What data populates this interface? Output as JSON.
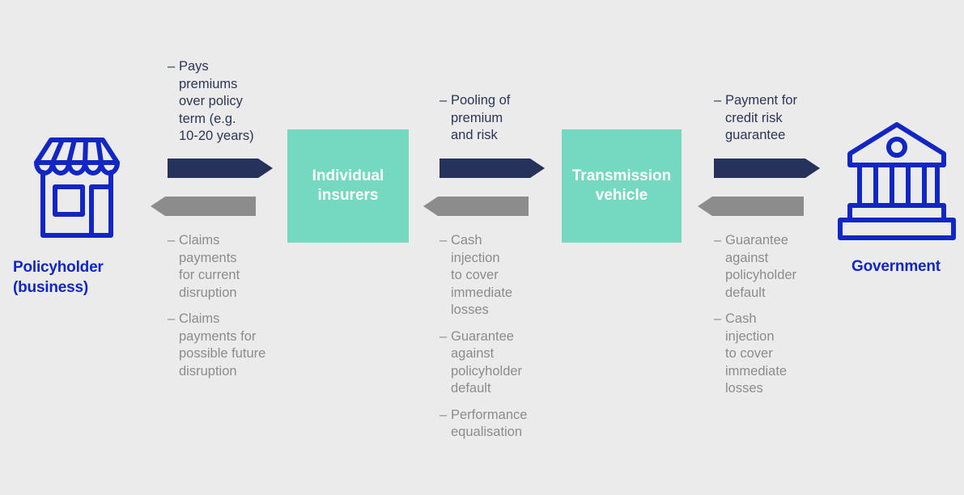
{
  "diagram": {
    "title": "Insurance pandemic scheme cash-flow diagram",
    "background_color": "#ebebeb",
    "colors": {
      "navy": "#27325a",
      "navy_text": "#2c3557",
      "grey": "#8c8c8c",
      "teal": "#74d9be",
      "blue_icon": "#1226c4",
      "white": "#ffffff"
    }
  },
  "nodes": {
    "policyholder": {
      "label": "Policyholder\n(business)",
      "icon": "storefront-icon"
    },
    "insurers": {
      "label": "Individual\ninsurers"
    },
    "vehicle": {
      "label": "Transmission\nvehicle"
    },
    "government": {
      "label": "Government",
      "icon": "bank-building-icon"
    }
  },
  "flows": [
    {
      "id": "policyholder-to-insurers",
      "direction": "right",
      "color": "navy",
      "items": [
        "Pays\npremiums\nover policy\nterm (e.g.\n10-20 years)"
      ]
    },
    {
      "id": "insurers-to-policyholder",
      "direction": "left",
      "color": "grey",
      "items": [
        "Claims\npayments\nfor current\ndisruption",
        "Claims\npayments for\npossible future\ndisruption"
      ]
    },
    {
      "id": "insurers-to-vehicle",
      "direction": "right",
      "color": "navy",
      "items": [
        "Pooling of\npremium\nand risk"
      ]
    },
    {
      "id": "vehicle-to-insurers",
      "direction": "left",
      "color": "grey",
      "items": [
        "Cash\ninjection\nto cover\nimmediate\nlosses",
        "Guarantee\nagainst\npolicyholder\ndefault",
        "Performance\nequalisation"
      ]
    },
    {
      "id": "vehicle-to-government",
      "direction": "right",
      "color": "navy",
      "items": [
        "Payment for\ncredit risk\nguarantee"
      ]
    },
    {
      "id": "government-to-vehicle",
      "direction": "left",
      "color": "grey",
      "items": [
        "Guarantee\nagainst\npolicyholder\ndefault",
        "Cash\ninjection\nto cover\nimmediate\nlosses"
      ]
    }
  ],
  "bullet_marker": "–"
}
